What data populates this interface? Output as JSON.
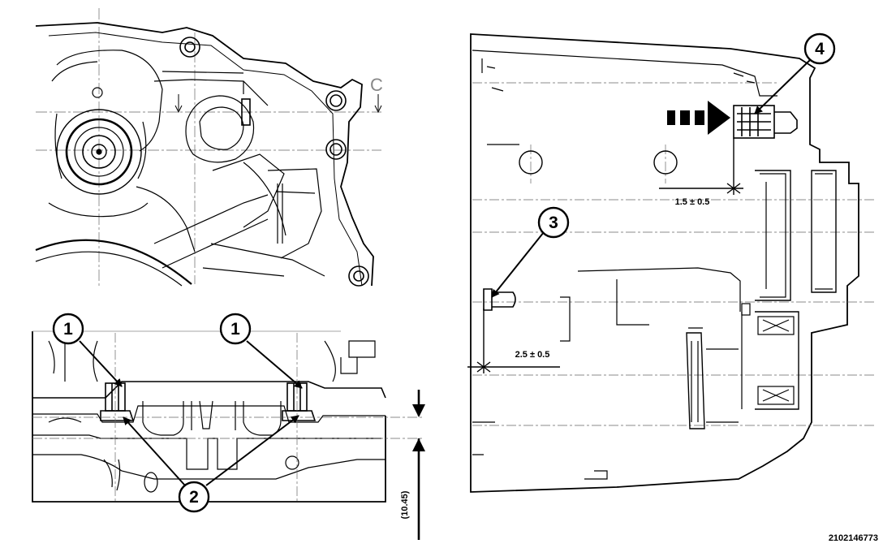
{
  "callouts": {
    "c1a": "1",
    "c1b": "1",
    "c2": "2",
    "c3": "3",
    "c4": "4"
  },
  "dimensions": {
    "gap_top": "1.5 ± 0.5",
    "gap_bottom": "2.5 ± 0.5",
    "depth": "(10.45)"
  },
  "section_letter": "C",
  "figure_id": "2102146773"
}
